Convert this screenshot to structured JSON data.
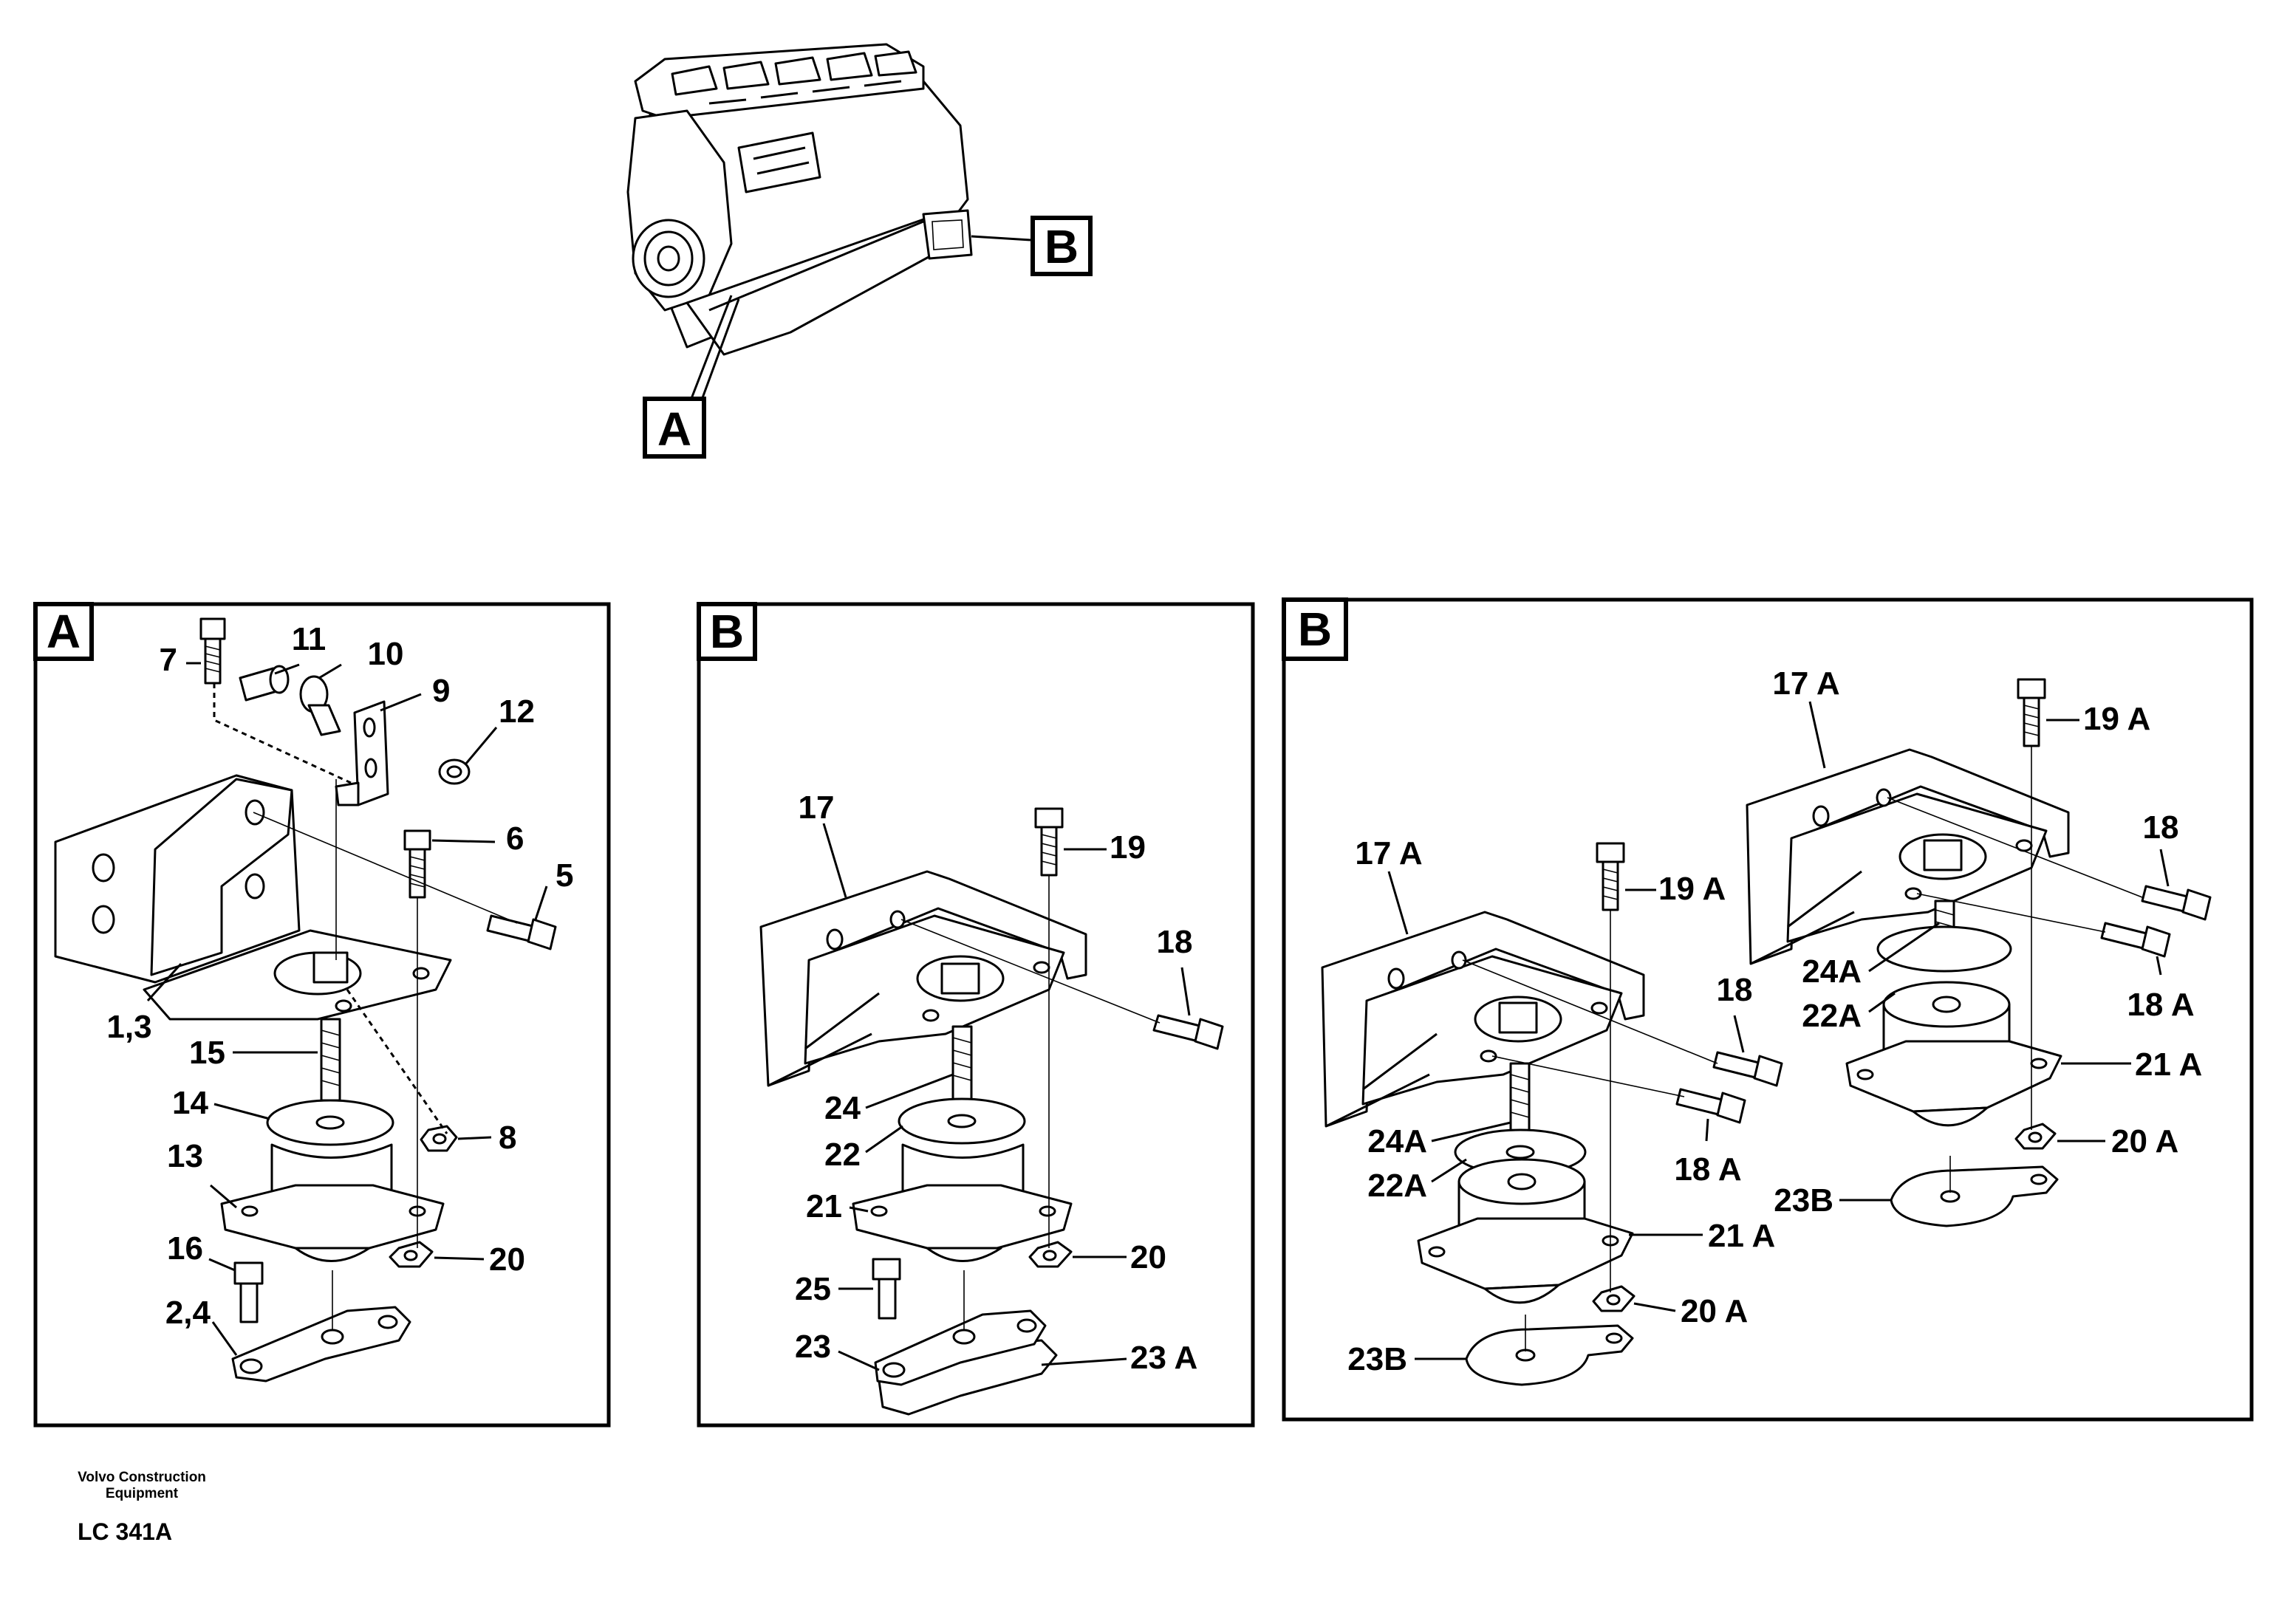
{
  "overview": {
    "callout_a": "A",
    "callout_b": "B"
  },
  "panels": {
    "a": {
      "tag": "A",
      "labels": {
        "p7": "7",
        "p11": "11",
        "p10": "10",
        "p9": "9",
        "p12": "12",
        "p6": "6",
        "p5": "5",
        "p1_3": "1,3",
        "p15": "15",
        "p14": "14",
        "p8": "8",
        "p13": "13",
        "p16": "16",
        "p20": "20",
        "p2_4": "2,4"
      }
    },
    "b1": {
      "tag": "B",
      "labels": {
        "p17": "17",
        "p19": "19",
        "p18": "18",
        "p24": "24",
        "p22": "22",
        "p21": "21",
        "p20": "20",
        "p25": "25",
        "p23": "23",
        "p23a": "23 A"
      }
    },
    "b2": {
      "tag": "B",
      "labels": {
        "p17a_left": "17 A",
        "p19a_left": "19 A",
        "p18_left": "18",
        "p24a_left": "24A",
        "p22a_left": "22A",
        "p18a_left": "18 A",
        "p21a_left": "21 A",
        "p20a_left": "20 A",
        "p23b_left": "23B",
        "p17a_right": "17 A",
        "p19a_right": "19 A",
        "p18_right": "18",
        "p24a_right": "24A",
        "p22a_right": "22A",
        "p18a_right": "18 A",
        "p21a_right": "21 A",
        "p20a_right": "20 A",
        "p23b_right": "23B"
      }
    }
  },
  "footer": {
    "maker_line1": "Volvo Construction",
    "maker_line2": "Equipment",
    "code": "LC 341A"
  }
}
